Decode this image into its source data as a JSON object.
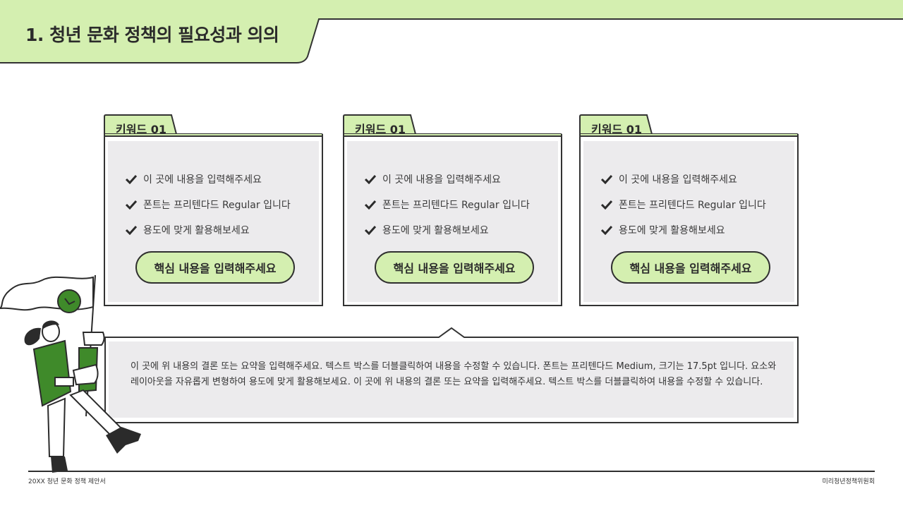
{
  "header": {
    "title": "1. 청년 문화 정책의 필요성과 의의",
    "accent_color": "#d4efb0"
  },
  "cards": [
    {
      "tab_label": "키워드 01",
      "items": [
        "이 곳에 내용을 입력해주세요",
        "폰트는 프리텐다드 Regular 입니다",
        "용도에 맞게 활용해보세요"
      ],
      "pill_label": "핵심 내용을 입력해주세요"
    },
    {
      "tab_label": "키워드 01",
      "items": [
        "이 곳에 내용을 입력해주세요",
        "폰트는 프리텐다드 Regular 입니다",
        "용도에 맞게 활용해보세요"
      ],
      "pill_label": "핵심 내용을 입력해주세요"
    },
    {
      "tab_label": "키워드 01",
      "items": [
        "이 곳에 내용을 입력해주세요",
        "폰트는 프리텐다드 Regular 입니다",
        "용도에 맞게 활용해보세요"
      ],
      "pill_label": "핵심 내용을 입력해주세요"
    }
  ],
  "summary": {
    "text": "이 곳에 위 내용의 결론 또는 요약을 입력해주세요. 텍스트 박스를 더블클릭하여 내용을 수정할 수 있습니다. 폰트는 프리텐다드 Medium, 크기는 17.5pt 입니다. 요소와 레이아웃을 자유롭게 변형하여 용도에 맞게 활용해보세요. 이 곳에 위 내용의 결론 또는 요약을 입력해주세요. 텍스트 박스를 더블클릭하여 내용을 수정할 수 있습니다."
  },
  "footer": {
    "left": "20XX 청년 문화 정책 제안서",
    "right": "미리청년정책위원회"
  },
  "illustration": {
    "icon": "person-with-flag-illustration",
    "accent_color": "#3f8a2a"
  }
}
